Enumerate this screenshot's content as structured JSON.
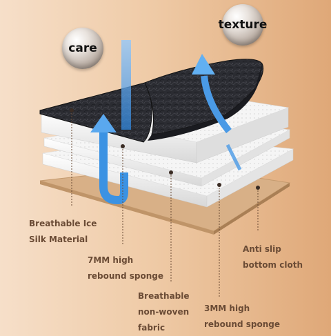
{
  "badges": {
    "care": "care",
    "texture": "texture"
  },
  "labels": {
    "ice_silk": [
      "Breathable Ice",
      "Silk Material"
    ],
    "sponge_7mm": [
      "7MM high",
      "rebound sponge"
    ],
    "non_woven": [
      "Breathable",
      "non-woven",
      "fabric"
    ],
    "sponge_3mm": [
      "3MM high",
      "rebound sponge"
    ],
    "anti_slip": [
      "Anti slip",
      "bottom cloth"
    ]
  },
  "colors": {
    "leather": "#2a2b31",
    "sponge": "#f4f4f4",
    "bottom_cloth": "#d9b48a",
    "arrow": "#4a9ae6",
    "label_text": "#6a4b35"
  },
  "icons": [
    "arrow-down-icon",
    "arrow-up-curve-icon",
    "arrow-up-icon"
  ]
}
